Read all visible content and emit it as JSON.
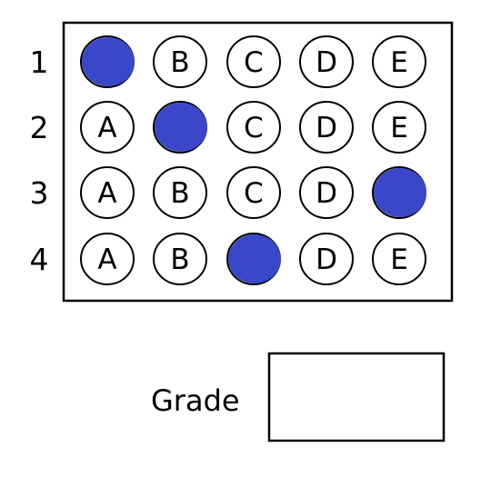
{
  "answer_sheet": {
    "fill_color": "#3a47c8",
    "rows": [
      {
        "number": "1",
        "choices": [
          {
            "letter": "A",
            "filled": true
          },
          {
            "letter": "B",
            "filled": false
          },
          {
            "letter": "C",
            "filled": false
          },
          {
            "letter": "D",
            "filled": false
          },
          {
            "letter": "E",
            "filled": false
          }
        ]
      },
      {
        "number": "2",
        "choices": [
          {
            "letter": "A",
            "filled": false
          },
          {
            "letter": "B",
            "filled": true
          },
          {
            "letter": "C",
            "filled": false
          },
          {
            "letter": "D",
            "filled": false
          },
          {
            "letter": "E",
            "filled": false
          }
        ]
      },
      {
        "number": "3",
        "choices": [
          {
            "letter": "A",
            "filled": false
          },
          {
            "letter": "B",
            "filled": false
          },
          {
            "letter": "C",
            "filled": false
          },
          {
            "letter": "D",
            "filled": false
          },
          {
            "letter": "E",
            "filled": true
          }
        ]
      },
      {
        "number": "4",
        "choices": [
          {
            "letter": "A",
            "filled": false
          },
          {
            "letter": "B",
            "filled": false
          },
          {
            "letter": "C",
            "filled": true
          },
          {
            "letter": "D",
            "filled": false
          },
          {
            "letter": "E",
            "filled": false
          }
        ]
      }
    ]
  },
  "grade": {
    "label": "Grade",
    "value": ""
  }
}
